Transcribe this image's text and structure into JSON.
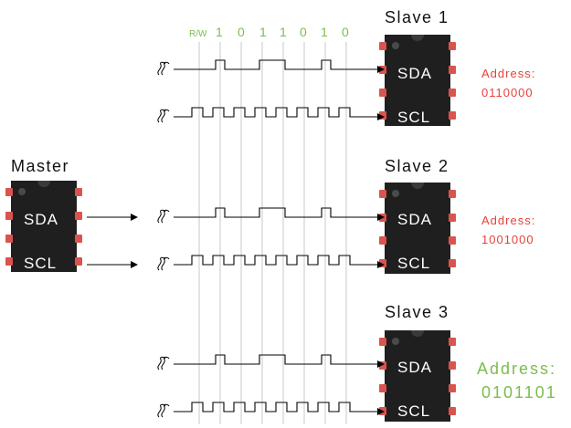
{
  "master": {
    "title": "Master",
    "pins": [
      "SDA",
      "SCL"
    ]
  },
  "bits": {
    "rw_label": "R/W",
    "values": [
      "1",
      "0",
      "1",
      "1",
      "0",
      "1",
      "0"
    ]
  },
  "slaves": [
    {
      "title": "Slave 1",
      "pins": [
        "SDA",
        "SCL"
      ],
      "address_label": "Address:",
      "address_value": "0110000",
      "address_color": "#e8413a",
      "address_style": "small"
    },
    {
      "title": "Slave 2",
      "pins": [
        "SDA",
        "SCL"
      ],
      "address_label": "Address:",
      "address_value": "1001000",
      "address_color": "#e8413a",
      "address_style": "small"
    },
    {
      "title": "Slave 3",
      "pins": [
        "SDA",
        "SCL"
      ],
      "address_label": "Address:",
      "address_value": "0101101",
      "address_color": "#7cbd4c",
      "address_style": "big"
    }
  ],
  "colors": {
    "chip_body": "#1f1f1f",
    "pin": "#d9534f",
    "bits_green": "#7cbd4c",
    "guide": "#c9c9c9"
  },
  "icons": {
    "signal_break": "double-s-break-icon",
    "arrow": "arrow-right-icon"
  }
}
